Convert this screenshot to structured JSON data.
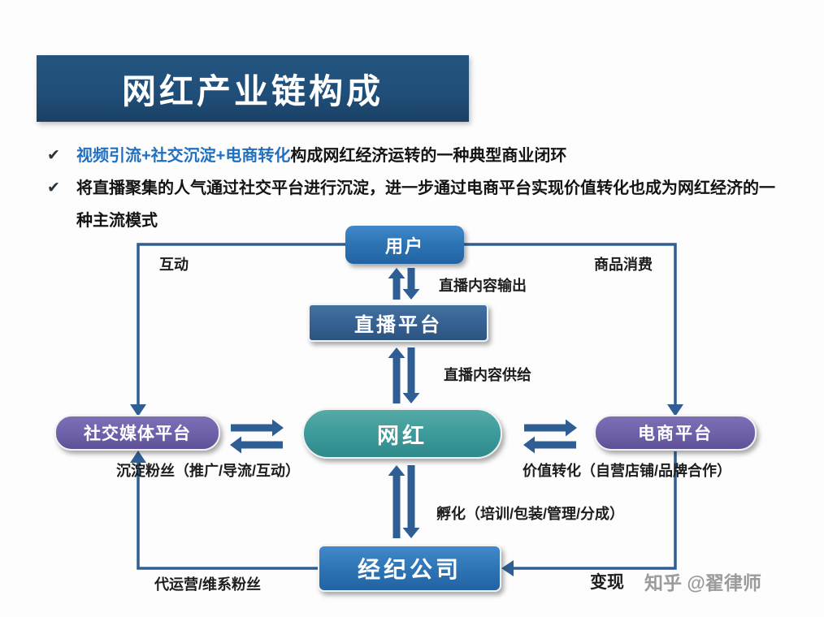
{
  "icons": {
    "check": "✔"
  },
  "header": {
    "title": "网红产业链构成"
  },
  "bullets": {
    "first": {
      "highlight": "视频引流+社交沉淀+电商转化",
      "rest": "构成网红经济运转的一种典型商业闭环"
    },
    "second": {
      "text": "将直播聚集的人气通过社交平台进行沉淀，进一步通过电商平台实现价值转化也成为网红经济的一种主流模式"
    }
  },
  "nodes": {
    "user": {
      "label": "用户"
    },
    "live_platform": {
      "label": "直播平台"
    },
    "influencer": {
      "label": "网红"
    },
    "social_platform": {
      "label": "社交媒体平台"
    },
    "ecommerce_platform": {
      "label": "电商平台"
    },
    "agency": {
      "label": "经纪公司"
    }
  },
  "edges": {
    "interaction": "互动",
    "goods_consumption": "商品消费",
    "live_content_output": "直播内容输出",
    "live_content_supply": "直播内容供给",
    "fan_retention": "沉淀粉丝（推广/导流/互动）",
    "value_conversion": "价值转化（自营店铺/品牌合作）",
    "incubation": "孵化（培训/包装/管理/分成）",
    "agent_operation": "代运营/维系粉丝",
    "monetization": "变现"
  },
  "watermark": "知乎 @翟律师",
  "colors": {
    "banner": "#1F4E79",
    "highlight_text": "#2170C0",
    "node_user": "#2E75B6",
    "node_live_platform": "#366092",
    "node_influencer": "#3D9B9B",
    "node_purple": "#6F61A9",
    "node_agency": "#2E75B6",
    "connector": "#2E5E94",
    "watermark": "#9B9B9B"
  }
}
